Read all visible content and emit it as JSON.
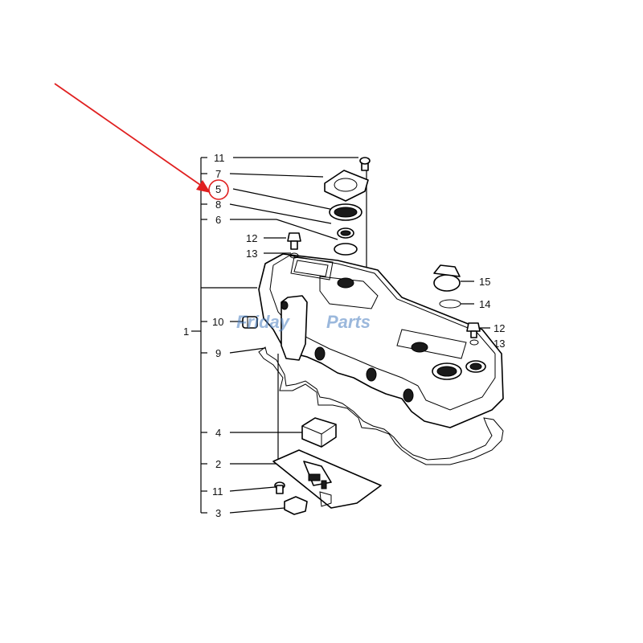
{
  "callouts": {
    "c11a": "11",
    "c7": "7",
    "c5": "5",
    "c8": "8",
    "c6": "6",
    "c12a": "12",
    "c13a": "13",
    "c15": "15",
    "c14": "14",
    "c10": "10",
    "c12b": "12",
    "c13b": "13",
    "c1": "1",
    "c9": "9",
    "c4": "4",
    "c2": "2",
    "c11b": "11",
    "c3": "3"
  },
  "highlight": {
    "callout": "5",
    "arrow_color": "#e02020",
    "circle_color": "#e02020"
  },
  "watermark": {
    "part1": "Friday",
    "part2": "Parts"
  }
}
